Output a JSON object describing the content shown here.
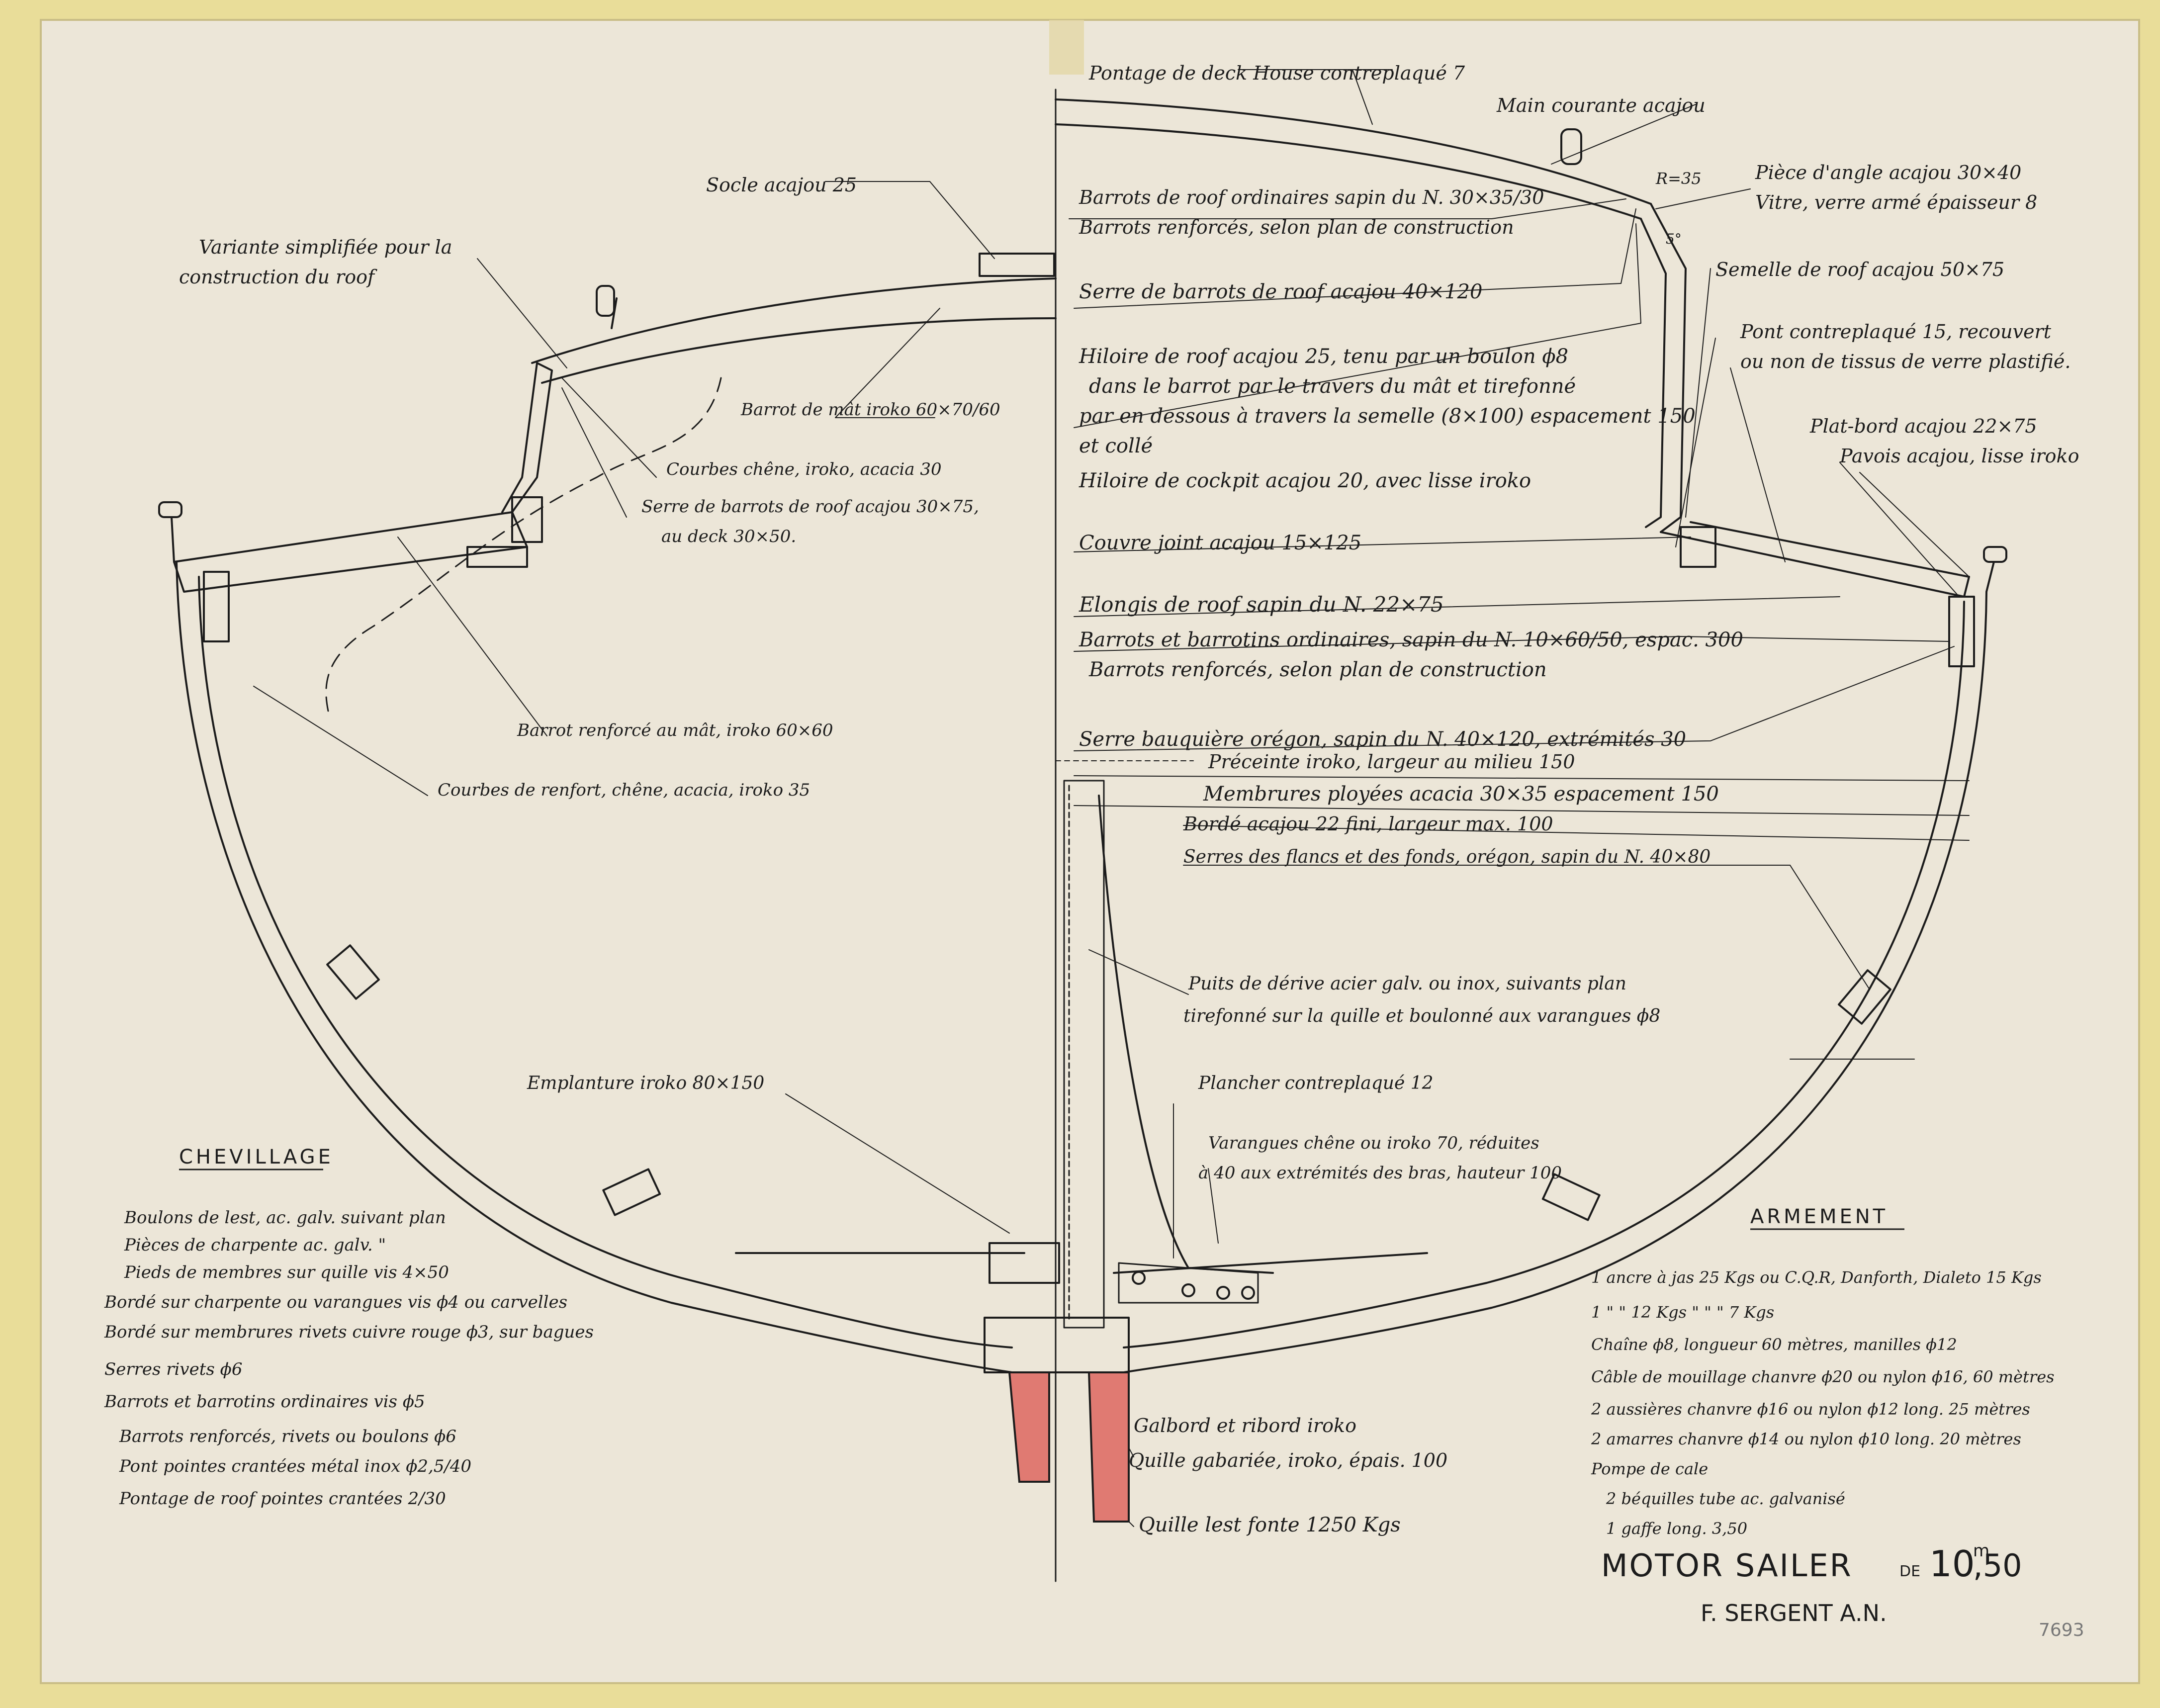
{
  "colors": {
    "border": "#e9dd99",
    "paper": "#ece6d8",
    "ink": "#1c1c1c",
    "ballast": "#e07a72",
    "wood": "#d8c8a0"
  },
  "labels": {
    "l01": "Pontage de deck House contreplaqué 7",
    "l02": "Main courante acajou",
    "l03": "R=35",
    "l04": "Pièce d'angle acajou 30×40",
    "l05": "Vitre, verre armé épaisseur 8",
    "l06": "5°",
    "l07": "Semelle de roof acajou 50×75",
    "l08": "Pont contreplaqué 15, recouvert",
    "l09": "ou non de tissus de verre plastifié.",
    "l10": "Plat-bord acajou 22×75",
    "l11": "Pavois acajou, lisse iroko",
    "l12": "Barrots de roof ordinaires sapin du N. 30×35/30",
    "l13": "Barrots renforcés, selon plan de construction",
    "l14": "Serre de barrots de roof acajou 40×120",
    "l15": "Hiloire de roof acajou 25, tenu par un boulon ϕ8",
    "l16": "dans le barrot par le travers du mât et tirefonné",
    "l17": "par en dessous à travers la semelle (8×100) espacement 150",
    "l18": "et collé",
    "l19": "Hiloire de cockpit acajou 20, avec lisse iroko",
    "l20": "Couvre joint acajou 15×125",
    "l21": "Elongis de roof sapin du N. 22×75",
    "l22": "Barrots et barrotins ordinaires, sapin du N. 10×60/50, espac. 300",
    "l23": "Barrots renforcés, selon plan de construction",
    "l24": "Serre bauquière orégon, sapin du N. 40×120, extrémités 30",
    "l25": "Préceinte iroko, largeur au milieu 150",
    "l26": "Membrures ployées acacia 30×35 espacement 150",
    "l27": "Bordé acajou 22 fini, largeur max. 100",
    "l28": "Serres des flancs et des fonds, orégon, sapin du N. 40×80",
    "l29": "Puits de dérive acier galv. ou inox, suivants plan",
    "l30": "tirefonné sur la quille et boulonné aux varangues ϕ8",
    "l31": "Plancher contreplaqué 12",
    "l32": "Varangues chêne ou iroko 70, réduites",
    "l33": "à 40 aux extrémités des bras, hauteur 100",
    "l34": "Galbord et ribord iroko",
    "l35": "Quille gabariée, iroko, épais. 100",
    "l36": "Quille lest fonte 1250 Kgs",
    "l37": "Socle acajou 25",
    "l38": "Variante simplifiée pour la",
    "l39": "construction du roof",
    "l40": "Barrot de mât iroko 60×70/60",
    "l41": "Courbes chêne, iroko, acacia 30",
    "l42": "Serre de barrots de roof acajou 30×75,",
    "l43": "au deck 30×50.",
    "l44": "Barrot renforcé au mât, iroko 60×60",
    "l45": "Courbes de renfort, chêne, acacia, iroko 35",
    "l46": "Emplanture iroko 80×150"
  },
  "chevillage": {
    "title": "CHEVILLAGE",
    "items": [
      "Boulons de lest, ac. galv. suivant plan",
      "Pièces de charpente ac. galv.  \"",
      "Pieds de membres sur quille vis 4×50",
      "Bordé sur charpente ou varangues vis ϕ4 ou carvelles",
      "Bordé sur membrures rivets cuivre rouge ϕ3, sur bagues",
      "Serres rivets ϕ6",
      "Barrots et barrotins ordinaires vis ϕ5",
      "Barrots renforcés, rivets ou boulons ϕ6",
      "Pont pointes crantées métal inox ϕ2,5/40",
      "Pontage de roof pointes crantées 2/30"
    ]
  },
  "armement": {
    "title": "ARMEMENT",
    "items": [
      "1 ancre à jas 25 Kgs ou C.Q.R, Danforth, Dialeto 15 Kgs",
      "1 \" \" 12 Kgs \" \" \" 7 Kgs",
      "Chaîne ϕ8, longueur 60 mètres, manilles ϕ12",
      "Câble de mouillage chanvre ϕ20 ou nylon ϕ16, 60 mètres",
      "2 aussières chanvre ϕ16 ou nylon ϕ12 long. 25 mètres",
      "2 amarres chanvre ϕ14 ou nylon ϕ10 long. 20 mètres",
      "Pompe de cale",
      "2 béquilles tube ac. galvanisé",
      "1 gaffe long. 3,50"
    ]
  },
  "title_block": {
    "name": "MOTOR SAILER",
    "de": "DE",
    "size": "10",
    "size_unit": "m",
    "size_dec": ",50",
    "designer": "F. SERGENT A.N.",
    "drawing_no": "7693"
  }
}
